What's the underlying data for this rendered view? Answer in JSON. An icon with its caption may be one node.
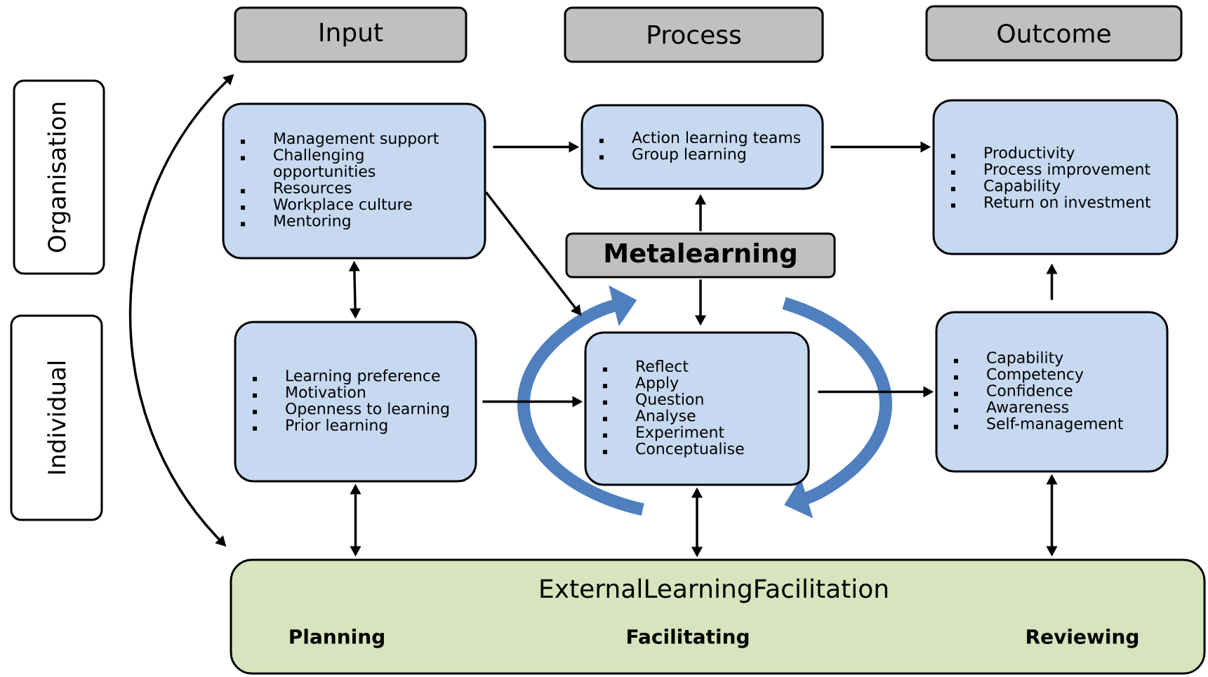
{
  "diagram": {
    "nodes": [
      {
        "text": [
          "Input"
        ]
      },
      {
        "text": [
          "Process"
        ]
      },
      {
        "text": [
          "Outcome"
        ]
      },
      {
        "text": [
          "Organisation"
        ]
      },
      {
        "text": [
          "Individual"
        ]
      },
      {
        "text": [
          "Management support",
          "Challenging opportunities",
          "Resources",
          "Workplace culture",
          "Mentoring"
        ]
      },
      {
        "text": [
          "Action learning teams",
          "Group learning"
        ]
      },
      {
        "text": [
          "Productivity",
          "Process improvement",
          "Capability",
          "Return on investment"
        ]
      },
      {
        "text": [
          "Metalearning"
        ]
      },
      {
        "text": [
          "Learning preference",
          "Motivation",
          "Openness to learning",
          "Prior learning"
        ]
      },
      {
        "text": [
          "Reflect",
          "Apply",
          "Question",
          "Analyse",
          "Experiment",
          "Conceptualise"
        ]
      },
      {
        "text": [
          "Capability",
          "Competency",
          "Confidence",
          "Awareness",
          "Self-management"
        ]
      },
      {
        "text": [
          "ExternalLearningFacilitation",
          "Planning",
          "Facilitating",
          "Reviewing"
        ]
      }
    ],
    "edges": [
      {
        "from": 0,
        "to": 12,
        "arrow": "both"
      },
      {
        "from": 5,
        "to": 6,
        "arrow": "to"
      },
      {
        "from": 6,
        "to": 7,
        "arrow": "to"
      },
      {
        "from": 5,
        "to": 10,
        "arrow": "to"
      },
      {
        "from": 5,
        "to": 9,
        "arrow": "both"
      },
      {
        "from": 9,
        "to": 10,
        "arrow": "to"
      },
      {
        "from": 10,
        "to": 11,
        "arrow": "to"
      },
      {
        "from": 11,
        "to": 7,
        "arrow": "to"
      },
      {
        "from": 8,
        "to": 6,
        "arrow": "to"
      },
      {
        "from": 8,
        "to": 10,
        "arrow": "to"
      },
      {
        "from": 9,
        "to": 12,
        "arrow": "both"
      },
      {
        "from": 10,
        "to": 12,
        "arrow": "both"
      },
      {
        "from": 11,
        "to": 12,
        "arrow": "both"
      }
    ]
  }
}
